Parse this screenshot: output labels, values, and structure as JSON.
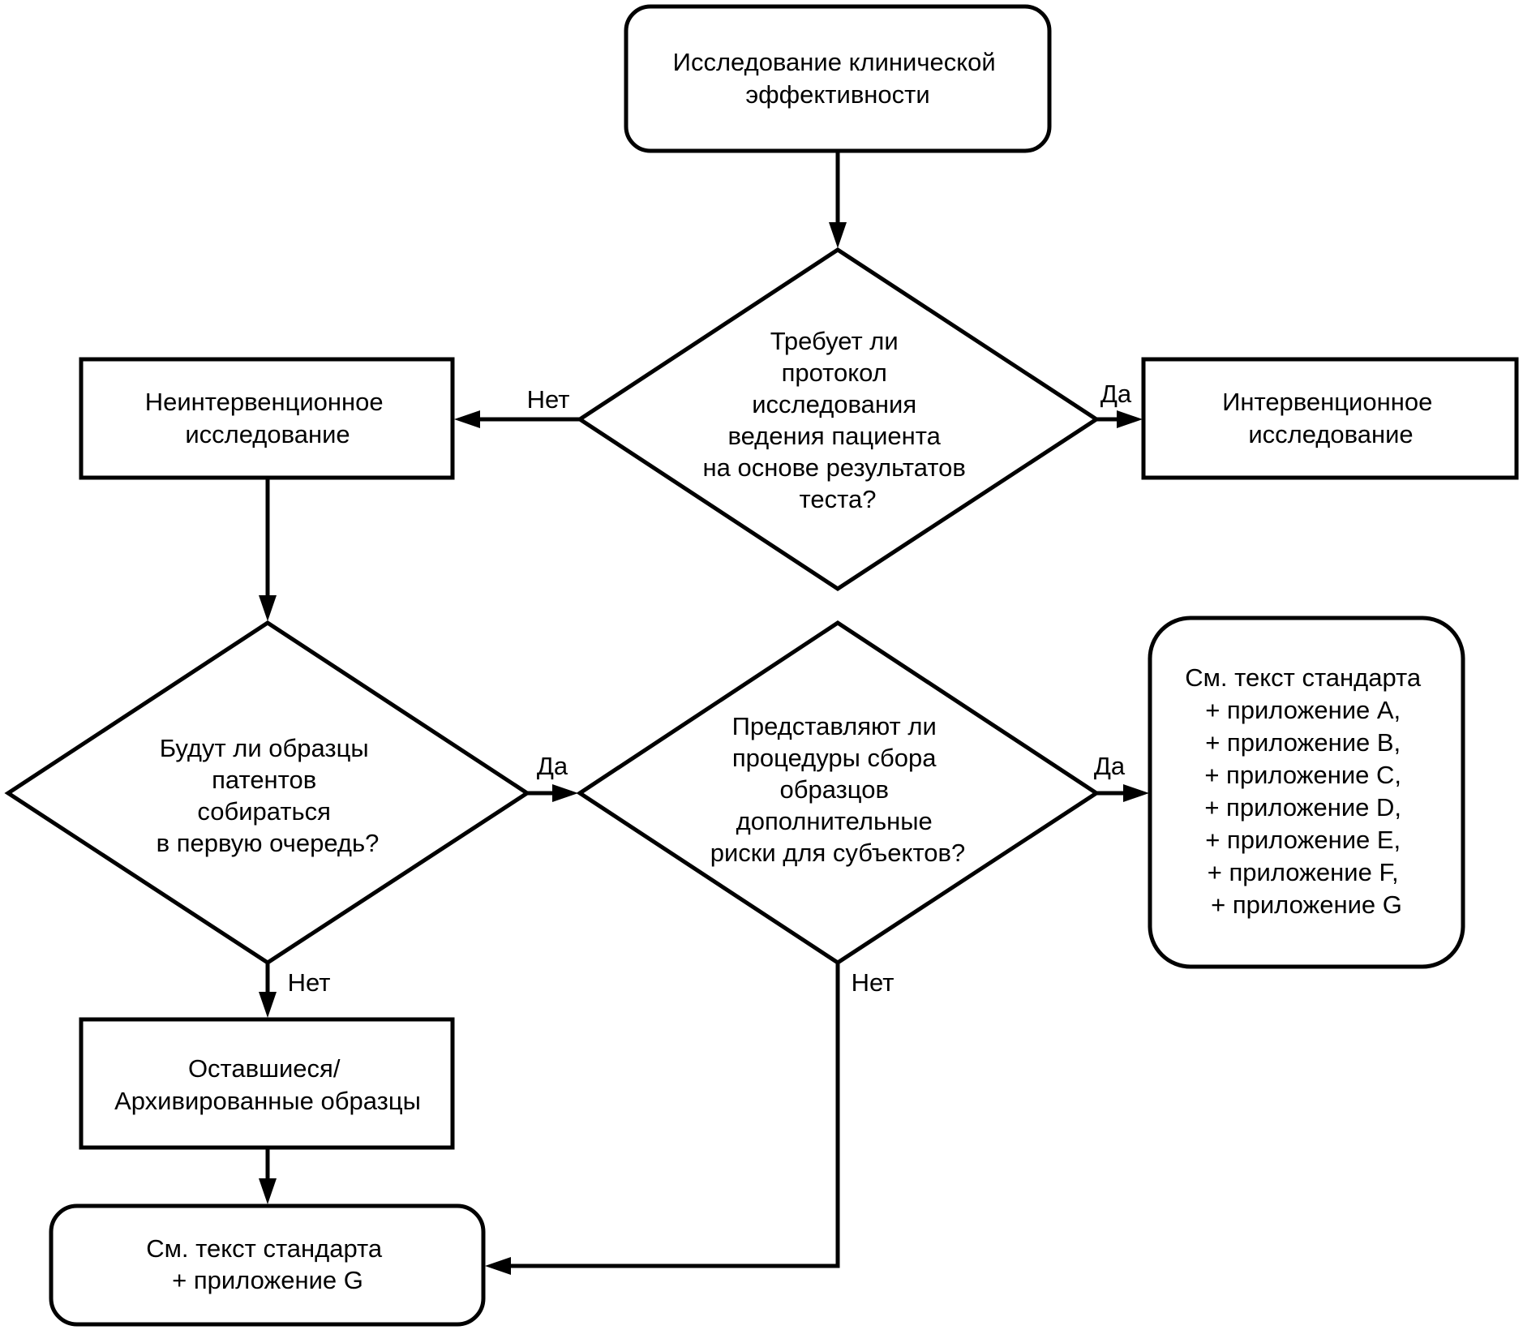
{
  "nodes": {
    "start": [
      "Исследование клинической",
      "эффективности"
    ],
    "q_protocol": [
      "Требует ли",
      "протокол",
      "исследования",
      "ведения пациента",
      "на основе результатов",
      "теста?"
    ],
    "non_interventional": [
      "Неинтервенционное",
      "исследование"
    ],
    "interventional": [
      "Интервенционное",
      "исследование"
    ],
    "q_samples": [
      "Будут ли образцы",
      "патентов",
      "собираться",
      "в первую очередь?"
    ],
    "q_risks": [
      "Представляют ли",
      "процедуры сбора",
      "образцов",
      "дополнительные",
      "риски для субъектов?"
    ],
    "see_all": [
      "См. текст стандарта",
      "+ приложение А,",
      "+ приложение В,",
      "+ приложение С,",
      "+ приложение D,",
      "+ приложение Е,",
      "+ приложение F,",
      "+ приложение G"
    ],
    "leftover": [
      "Оставшиеся/",
      "Архивированные образцы"
    ],
    "see_g": [
      "См. текст стандарта",
      "+ приложение G"
    ]
  },
  "edge_labels": {
    "protocol_no": "Нет",
    "protocol_yes": "Да",
    "samples_yes": "Да",
    "samples_no": "Нет",
    "risks_yes": "Да",
    "risks_no": "Нет"
  }
}
